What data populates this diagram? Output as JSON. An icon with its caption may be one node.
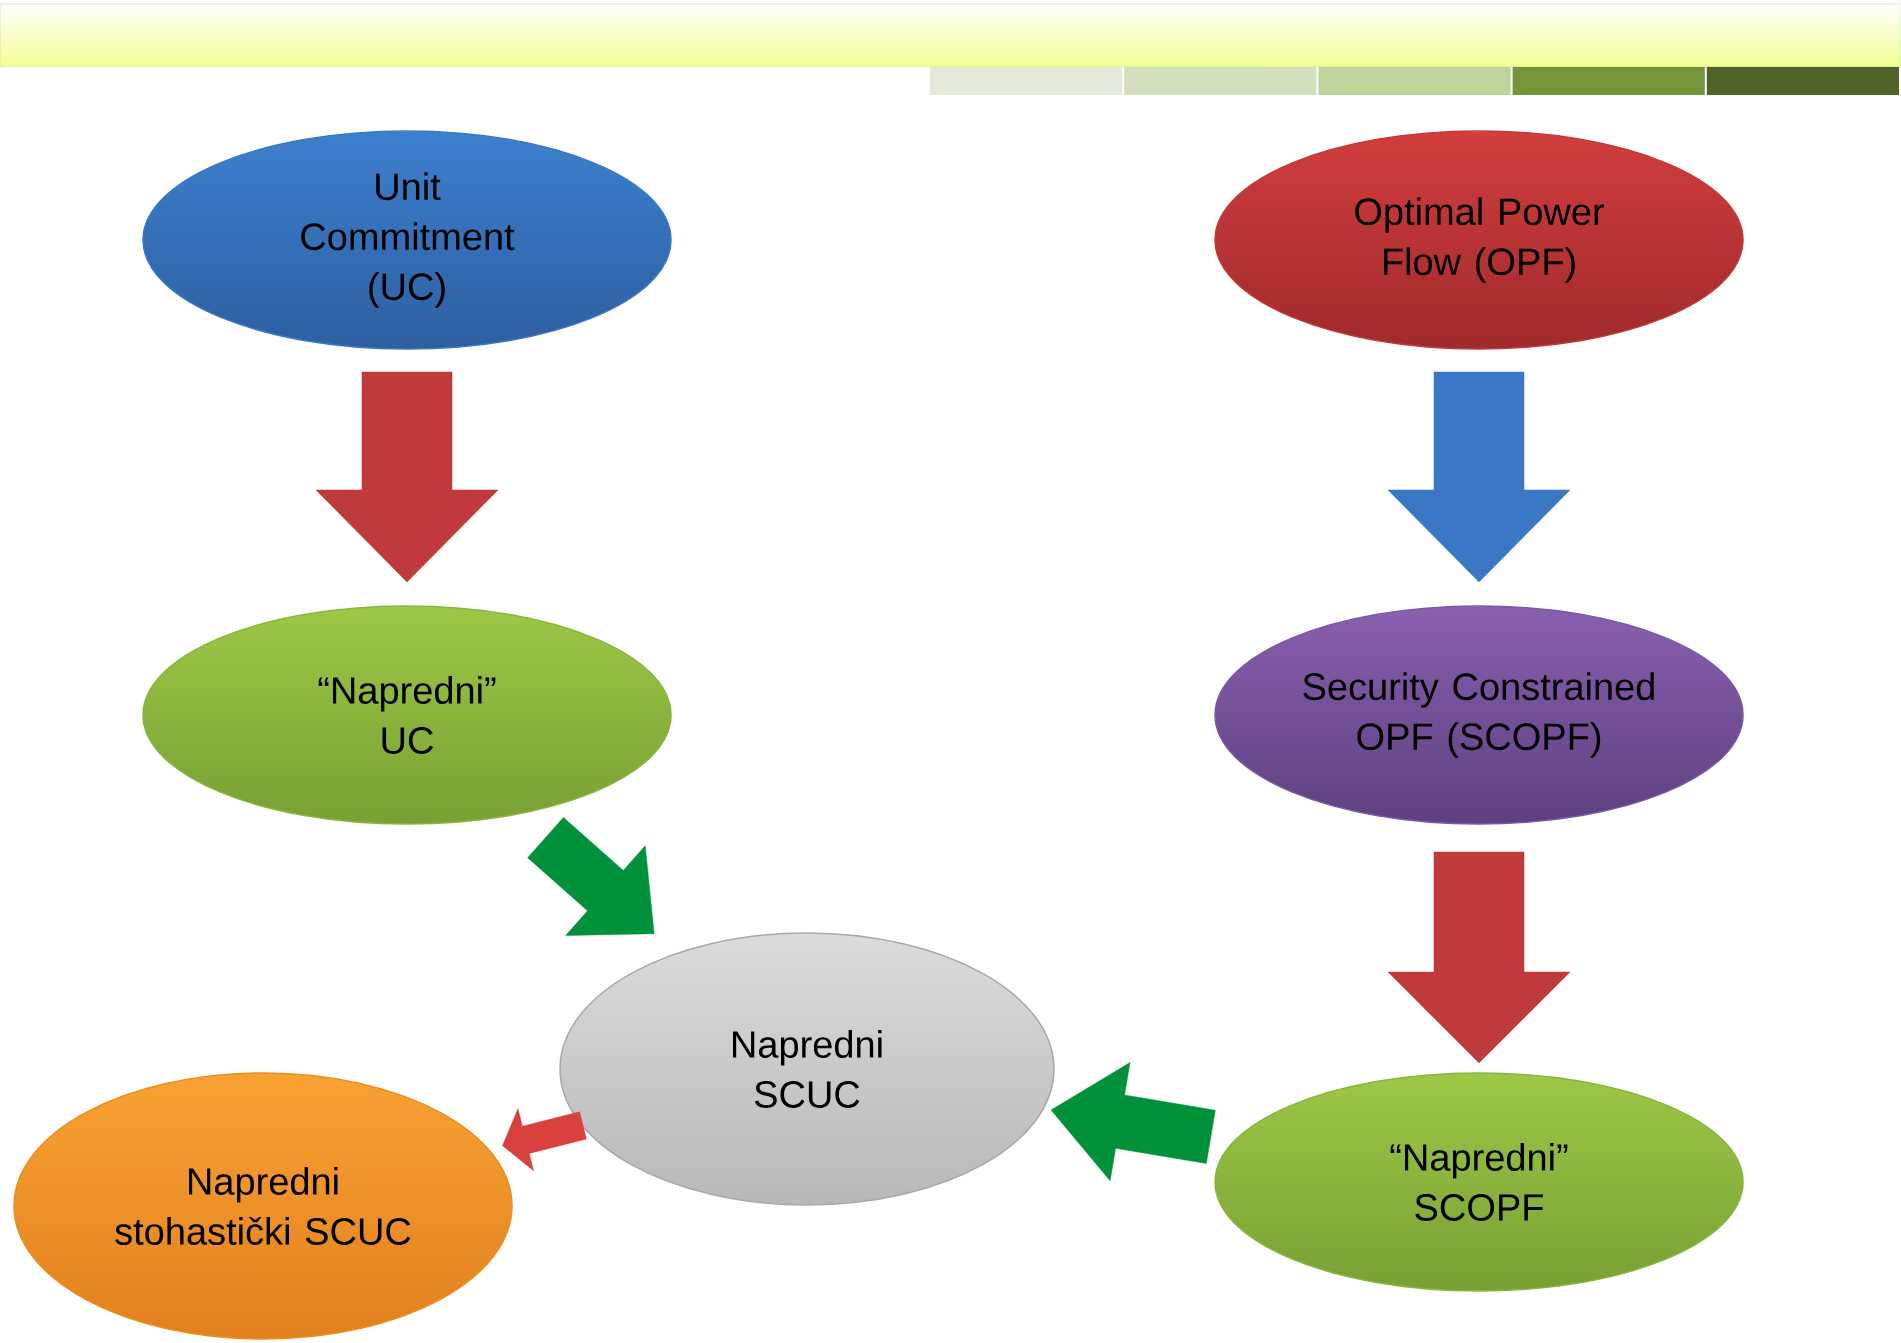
{
  "diagram": {
    "nodes": [
      {
        "text": [
          "Unit Commitment (UC)"
        ]
      },
      {
        "text": [
          "Optimal Power Flow (OPF)"
        ]
      },
      {
        "text": [
          "“Napredni” UC"
        ]
      },
      {
        "text": [
          "Security Constrained OPF (SCOPF)"
        ]
      },
      {
        "text": [
          "Napredni SCUC"
        ]
      },
      {
        "text": [
          "Napredni stohastički SCUC"
        ]
      },
      {
        "text": [
          "“Napredni” SCOPF"
        ]
      }
    ],
    "edges": [
      {
        "from": 0,
        "to": 2,
        "arrow": "to",
        "style": "thick",
        "color": "#c0393b"
      },
      {
        "from": 1,
        "to": 3,
        "arrow": "to",
        "style": "thick",
        "color": "#3a77c4"
      },
      {
        "from": 3,
        "to": 6,
        "arrow": "to",
        "style": "thick",
        "color": "#c0393b"
      },
      {
        "from": 2,
        "to": 4,
        "arrow": "to",
        "style": "thick",
        "color": "#00913a"
      },
      {
        "from": 6,
        "to": 4,
        "arrow": "to",
        "style": "thick",
        "color": "#00913a"
      },
      {
        "from": 4,
        "to": 5,
        "arrow": "to",
        "style": "thick",
        "color": "#d9413f"
      }
    ]
  }
}
